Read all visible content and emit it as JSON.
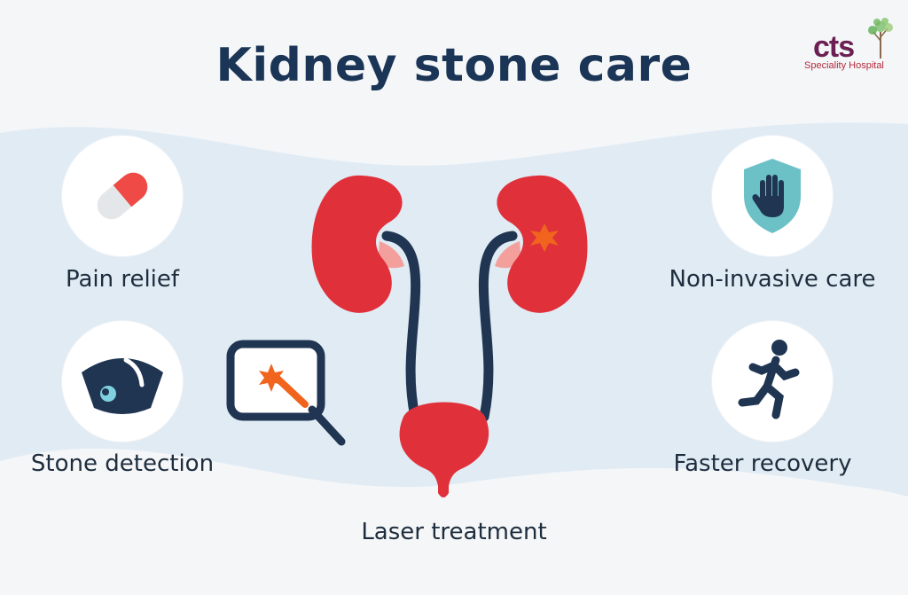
{
  "title": "Kidney stone care",
  "logo": {
    "letters": "cts",
    "subtitle": "Speciality Hospital"
  },
  "features": {
    "pain_relief": {
      "label": "Pain relief",
      "icon": "pill-capsule-icon"
    },
    "stone_detection": {
      "label": "Stone detection",
      "icon": "ultrasound-icon"
    },
    "non_invasive": {
      "label": "Non-invasive care",
      "icon": "shield-hand-icon"
    },
    "faster_recovery": {
      "label": "Faster recovery",
      "icon": "running-person-icon"
    },
    "laser_treatment": {
      "label": "Laser treatment",
      "icon": "laser-magnifier-icon"
    }
  },
  "colors": {
    "title": "#1b3556",
    "kidney": "#e0313b",
    "ureter": "#1f3552",
    "wave": "#e1ebf4",
    "accent_orange": "#f0641e",
    "shield": "#6cc1c6"
  }
}
